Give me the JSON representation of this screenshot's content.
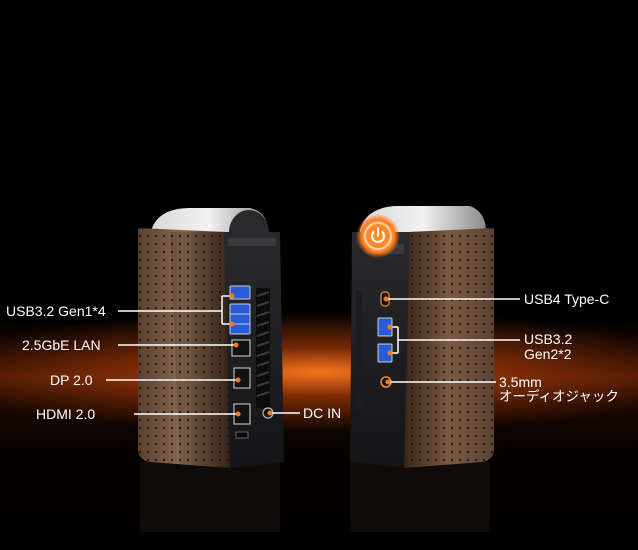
{
  "colors": {
    "accent": "#ff7a1a",
    "background": "#000000",
    "label_text": "#ffffff"
  },
  "left_unit": {
    "labels": {
      "usb32_gen1": "USB3.2 Gen1*4",
      "lan": "2.5GbE LAN",
      "dp": "DP 2.0",
      "hdmi": "HDMI 2.0",
      "dc_in": "DC IN"
    }
  },
  "right_unit": {
    "power_icon": "power-icon",
    "labels": {
      "usb4": "USB4 Type-C",
      "usb32_gen2_line1": "USB3.2",
      "usb32_gen2_line2": "Gen2*2",
      "audio_line1": "3.5mm",
      "audio_line2": "オーディオジャック"
    }
  }
}
